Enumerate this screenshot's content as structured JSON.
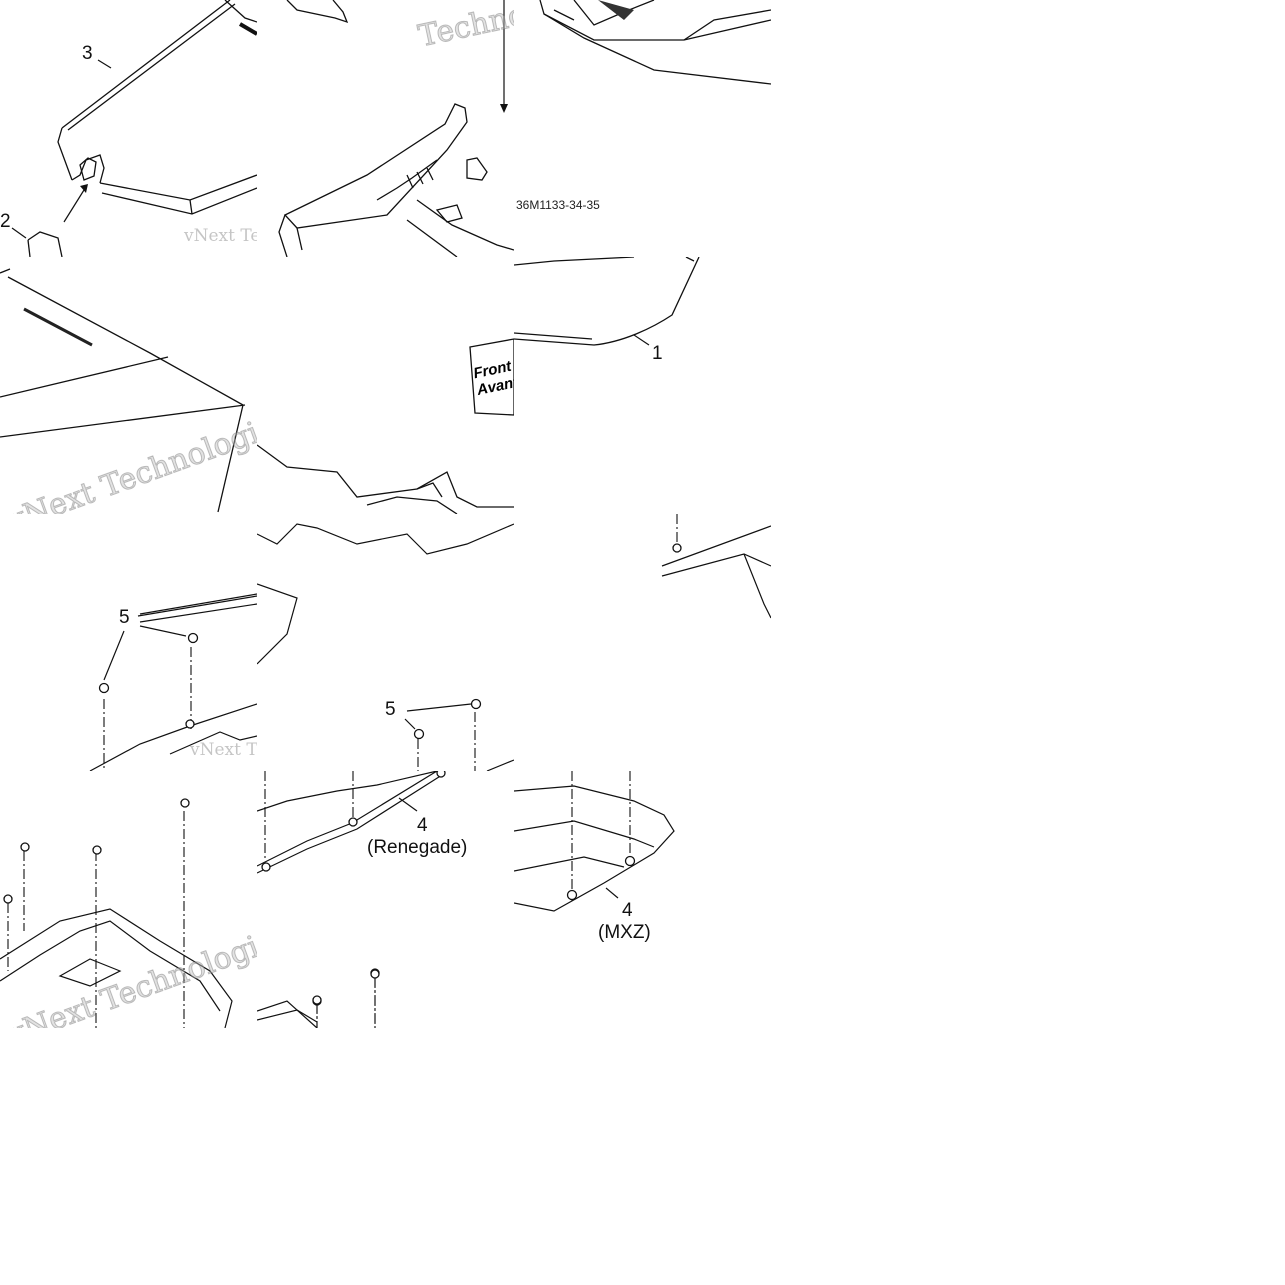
{
  "diagram": {
    "reference_code": "36M1133-34-35",
    "callouts": {
      "c1": "1",
      "c2": "2",
      "c3": "3",
      "c4a": "4",
      "c4a_variant": "(Renegade)",
      "c4b": "4",
      "c4b_variant": "(MXZ)",
      "c5a": "5",
      "c5b": "5"
    },
    "front_sign": {
      "line1": "Front",
      "line2": "Avant"
    },
    "watermark": {
      "a": "vNext Technologies",
      "b": "Technologies"
    }
  }
}
